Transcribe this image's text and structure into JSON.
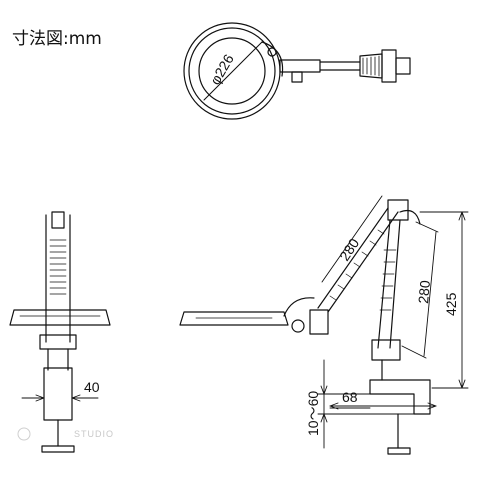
{
  "title": "寸法図:mm",
  "dimensions": {
    "lens_diameter": "φ226",
    "upper_arm": "280",
    "lower_arm": "280",
    "total_height": "425",
    "clamp_depth": "40",
    "clamp_reach": "68",
    "clamp_range": "10～60"
  },
  "watermark": "STUDIO"
}
